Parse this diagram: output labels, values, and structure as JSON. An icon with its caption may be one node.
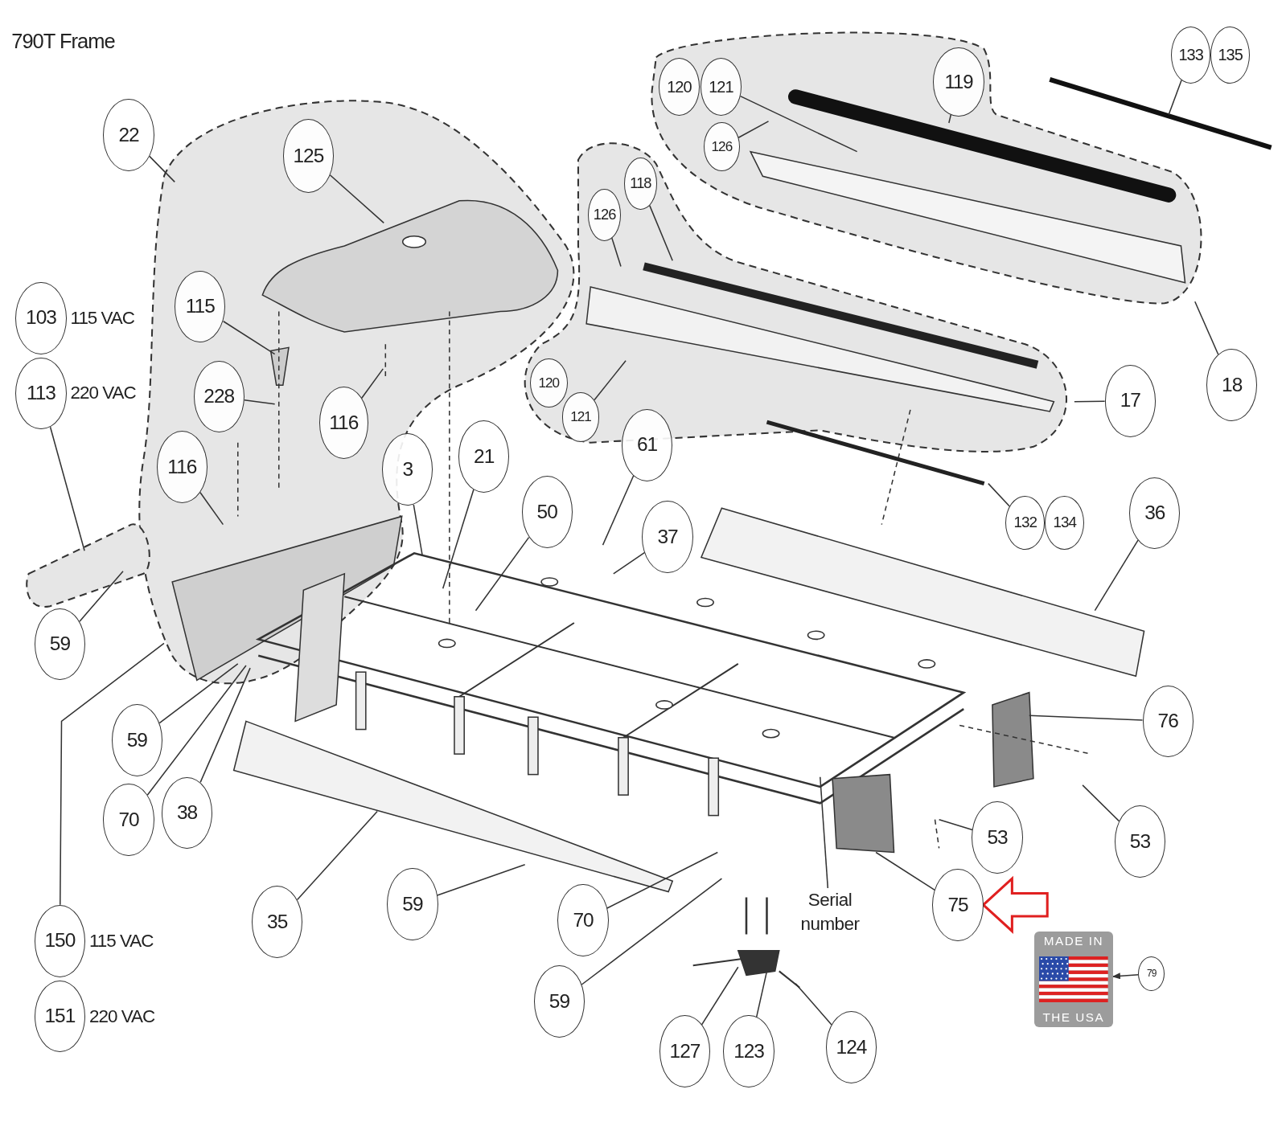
{
  "diagram": {
    "title": "790T Frame",
    "nodes": [
      {
        "text": [
          "133"
        ]
      },
      {
        "text": [
          "135"
        ]
      },
      {
        "text": [
          "120"
        ]
      },
      {
        "text": [
          "121"
        ]
      },
      {
        "text": [
          "119"
        ]
      },
      {
        "text": [
          "22"
        ]
      },
      {
        "text": [
          "126"
        ]
      },
      {
        "text": [
          "125"
        ]
      },
      {
        "text": [
          "118"
        ]
      },
      {
        "text": [
          "126"
        ]
      },
      {
        "text": [
          "115"
        ]
      },
      {
        "text": [
          "103"
        ],
        "beside": [
          "115 VAC"
        ]
      },
      {
        "text": [
          "120"
        ]
      },
      {
        "text": [
          "18"
        ]
      },
      {
        "text": [
          "113"
        ],
        "beside": [
          "220 VAC"
        ]
      },
      {
        "text": [
          "228"
        ]
      },
      {
        "text": [
          "17"
        ]
      },
      {
        "text": [
          "121"
        ]
      },
      {
        "text": [
          "116"
        ]
      },
      {
        "text": [
          "61"
        ]
      },
      {
        "text": [
          "21"
        ]
      },
      {
        "text": [
          "116"
        ]
      },
      {
        "text": [
          "3"
        ]
      },
      {
        "text": [
          "50"
        ]
      },
      {
        "text": [
          "36"
        ]
      },
      {
        "text": [
          "132"
        ]
      },
      {
        "text": [
          "134"
        ]
      },
      {
        "text": [
          "37"
        ]
      },
      {
        "text": [
          "59"
        ]
      },
      {
        "text": [
          "76"
        ]
      },
      {
        "text": [
          "59"
        ]
      },
      {
        "text": [
          "38"
        ]
      },
      {
        "text": [
          "70"
        ]
      },
      {
        "text": [
          "53"
        ]
      },
      {
        "text": [
          "53"
        ]
      },
      {
        "text": [
          "59"
        ]
      },
      {
        "text": [
          "Serial number"
        ]
      },
      {
        "text": [
          "75"
        ]
      },
      {
        "text": [
          "70"
        ]
      },
      {
        "text": [
          "35"
        ]
      },
      {
        "text": [
          "150"
        ],
        "beside": [
          "115 VAC"
        ]
      },
      {
        "text": [
          "MADE IN",
          "THE USA"
        ]
      },
      {
        "text": [
          "79"
        ]
      },
      {
        "text": [
          "59"
        ]
      },
      {
        "text": [
          "151"
        ],
        "beside": [
          "220 VAC"
        ]
      },
      {
        "text": [
          "124"
        ]
      },
      {
        "text": [
          "127"
        ]
      },
      {
        "text": [
          "123"
        ]
      }
    ],
    "edges": [
      {
        "from": 0,
        "to": null,
        "arrow": "none"
      },
      {
        "from": 3,
        "to": null,
        "arrow": "none"
      },
      {
        "from": 4,
        "to": null,
        "arrow": "none"
      },
      {
        "from": 5,
        "to": null,
        "arrow": "none"
      },
      {
        "from": 6,
        "to": null,
        "arrow": "none"
      },
      {
        "from": 7,
        "to": null,
        "arrow": "none"
      },
      {
        "from": 8,
        "to": null,
        "arrow": "none"
      },
      {
        "from": 9,
        "to": null,
        "arrow": "none"
      },
      {
        "from": 10,
        "to": null,
        "arrow": "none"
      },
      {
        "from": 13,
        "to": null,
        "arrow": "none"
      },
      {
        "from": 14,
        "to": null,
        "arrow": "none"
      },
      {
        "from": 15,
        "to": null,
        "arrow": "none"
      },
      {
        "from": 16,
        "to": null,
        "arrow": "none"
      },
      {
        "from": 17,
        "to": null,
        "arrow": "none"
      },
      {
        "from": 18,
        "to": null,
        "arrow": "none"
      },
      {
        "from": 19,
        "to": null,
        "arrow": "none"
      },
      {
        "from": 20,
        "to": null,
        "arrow": "none"
      },
      {
        "from": 21,
        "to": null,
        "arrow": "none"
      },
      {
        "from": 22,
        "to": null,
        "arrow": "none"
      },
      {
        "from": 23,
        "to": null,
        "arrow": "none"
      },
      {
        "from": 24,
        "to": null,
        "arrow": "none"
      },
      {
        "from": 25,
        "to": null,
        "arrow": "none"
      },
      {
        "from": 27,
        "to": null,
        "arrow": "none"
      },
      {
        "from": 28,
        "to": null,
        "arrow": "none"
      },
      {
        "from": 29,
        "to": null,
        "arrow": "none"
      },
      {
        "from": 30,
        "to": null,
        "arrow": "none"
      },
      {
        "from": 31,
        "to": null,
        "arrow": "none"
      },
      {
        "from": 32,
        "to": null,
        "arrow": "none"
      },
      {
        "from": 33,
        "to": null,
        "arrow": "none"
      },
      {
        "from": 34,
        "to": null,
        "arrow": "none"
      },
      {
        "from": 35,
        "to": null,
        "arrow": "none"
      },
      {
        "from": 36,
        "to": null,
        "arrow": "none"
      },
      {
        "from": 37,
        "to": null,
        "arrow": "none"
      },
      {
        "from": 38,
        "to": null,
        "arrow": "none"
      },
      {
        "from": 39,
        "to": null,
        "arrow": "none"
      },
      {
        "from": 40,
        "to": null,
        "arrow": "none"
      },
      {
        "from": 42,
        "to": 41,
        "arrow": "to"
      },
      {
        "from": 43,
        "to": null,
        "arrow": "none"
      },
      {
        "from": 45,
        "to": null,
        "arrow": "none"
      },
      {
        "from": 46,
        "to": null,
        "arrow": "none"
      },
      {
        "from": 47,
        "to": null,
        "arrow": "none"
      },
      {
        "from": null,
        "to": 37,
        "arrow": "to",
        "color": "#e02020"
      }
    ]
  }
}
